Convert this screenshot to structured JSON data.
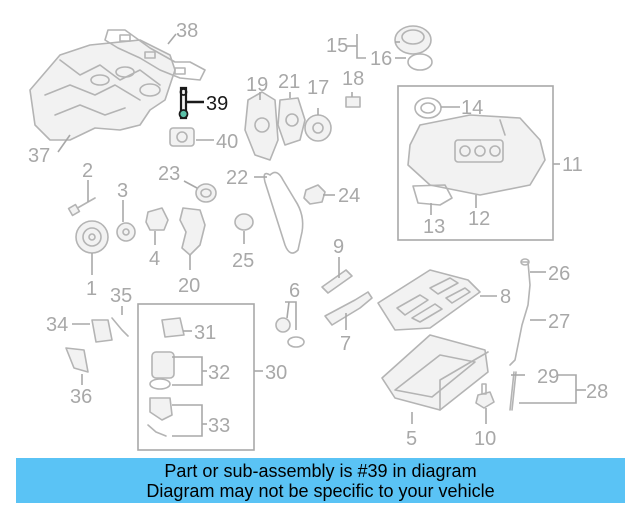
{
  "diagram": {
    "highlight": "39",
    "highlight_color": "#1a1a1a",
    "part_color": "#a8a8a8",
    "callouts": [
      "1",
      "2",
      "3",
      "4",
      "5",
      "6",
      "7",
      "8",
      "9",
      "10",
      "11",
      "12",
      "13",
      "14",
      "15",
      "16",
      "17",
      "18",
      "19",
      "20",
      "21",
      "22",
      "23",
      "24",
      "25",
      "26",
      "27",
      "28",
      "29",
      "30",
      "31",
      "32",
      "33",
      "34",
      "35",
      "36",
      "37",
      "38",
      "39",
      "40"
    ]
  },
  "banner": {
    "line1": "Part or sub-assembly is #39 in diagram",
    "line2": "Diagram may not be specific to your vehicle",
    "background": "#5ac3f5"
  }
}
